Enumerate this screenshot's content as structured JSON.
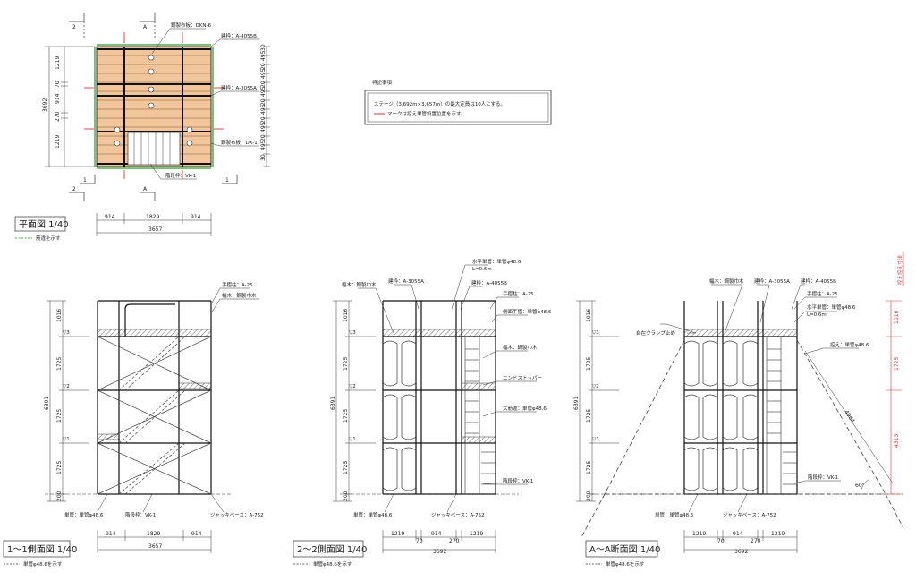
{
  "plan": {
    "markers": {
      "top_2": "2",
      "top_a": "A",
      "bottom_2": "2",
      "bottom_1a": "1",
      "bottom_a": "A",
      "bottom_1b": "1"
    },
    "labels": {
      "deck": "鋼製布板：DKN-6",
      "post_top": "建枠：A-4055B",
      "post_mid": "建枠：A-3055A",
      "deck2": "鋼製布板：DX-1",
      "ladder": "階段枠：VK-1"
    },
    "left_dims": [
      "1219",
      "70",
      "914",
      "270",
      "1219"
    ],
    "left_total": "3692",
    "right_dims": [
      "30",
      "495",
      "20",
      "495",
      "20",
      "495",
      "20",
      "495",
      "20",
      "495",
      "20",
      "495",
      "30"
    ],
    "bottom_dims": [
      "914",
      "1829",
      "914"
    ],
    "bottom_total": "3657",
    "title": "平面図  1/40",
    "legend": "筋違を示す"
  },
  "notes": {
    "heading": "特記事項",
    "line1": "ステージ（3,692m×3,657m）の最大定員は10人とする。",
    "line2": "マークは控え単管設置位置を示す。"
  },
  "elev1": {
    "title": "1～1側面図  1/40",
    "legend": "単管φ48.6を示す",
    "level_labels": [
      "▽3",
      "▽2",
      "▽1"
    ],
    "left_dims": [
      "1016",
      "1725",
      "1725",
      "1725",
      "200"
    ],
    "left_total": "6391",
    "labels": {
      "handrail": "手摺柱：A-25",
      "toeboard": "幅木：鋼製巾木",
      "tube": "単管：単管φ48.6",
      "stair": "階段枠：VK-1",
      "jack": "ジャッキベース：A-752"
    },
    "bottom_dims": [
      "914",
      "1829",
      "914"
    ],
    "bottom_total": "3657"
  },
  "elev2": {
    "title": "2～2側面図  1/40",
    "legend": "単管φ48.6を示す",
    "level_labels": [
      "▽3",
      "▽2",
      "▽1"
    ],
    "left_dims": [
      "1016",
      "1725",
      "1725",
      "1725",
      "200"
    ],
    "left_total": "6391",
    "labels": {
      "toe": "幅木：鋼製巾木",
      "post_a": "建枠：A-3055A",
      "post_b": "建枠：A-4055B",
      "htube": "水平単管：単管φ48.6",
      "htube_len": "L=0.6m",
      "handrail": "手摺柱：A-25",
      "guard": "側面手摺：単管φ48.6",
      "toe2": "幅木：鋼製巾木",
      "stopper": "エンドストッパー",
      "brace": "大筋違：単管φ48.6",
      "stair": "階段枠：VK-1",
      "tube": "単管：単管φ48.6",
      "jack": "ジャッキベース：A-752"
    },
    "bottom_dims": [
      "1219",
      "914",
      "1219"
    ],
    "bottom_sub": [
      "70",
      "270"
    ],
    "bottom_total": "3692"
  },
  "elev3": {
    "title": "A～A断面図  1/40",
    "legend": "単管φ48.6を示す",
    "level_labels": [
      "▽3",
      "▽2",
      "▽1"
    ],
    "left_dims": [
      "1016",
      "1725",
      "1725",
      "1725",
      "200"
    ],
    "left_total": "6391",
    "labels": {
      "clamp": "自在クランプ止め",
      "toe": "幅木：鋼製巾木",
      "post_a": "建枠：A-3055A",
      "post_b": "建枠：A-4055B",
      "handrail": "手摺柱：A-25",
      "htube": "水平単管：単管φ48.6",
      "htube_len": "L=0.6m",
      "strut": "控え：単管φ48.6",
      "stair": "階段枠：VK-1",
      "tube": "単管：単管φ48.6",
      "jack": "ジャッキベース：A-752",
      "diag": "4964",
      "angle": "60°"
    },
    "bottom_dims": [
      "1219",
      "914",
      "1219"
    ],
    "bottom_sub": [
      "70",
      "270"
    ],
    "bottom_total": "3692",
    "red_dims": [
      "1016",
      "1725",
      "4313"
    ],
    "red_label": "控え控え寸法"
  }
}
